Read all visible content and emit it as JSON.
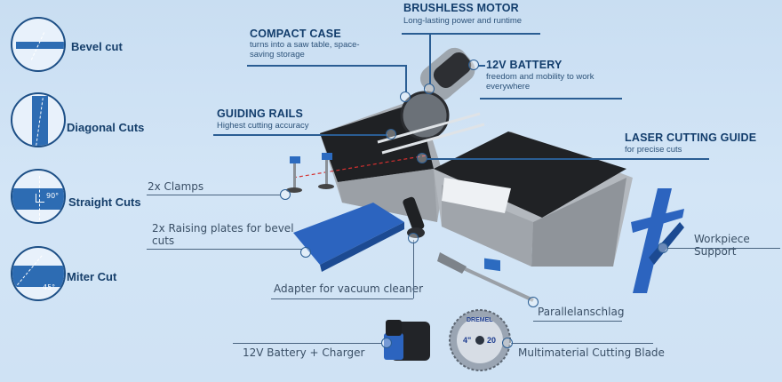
{
  "cut_types": [
    {
      "label": "Bevel cut",
      "icon": "bevel-cut-icon"
    },
    {
      "label": "Diagonal Cuts",
      "icon": "diagonal-cut-icon"
    },
    {
      "label": "Straight Cuts",
      "icon": "straight-cut-icon",
      "mark": "90°"
    },
    {
      "label": "Miter Cut",
      "icon": "miter-cut-icon",
      "mark": "45°"
    }
  ],
  "features": {
    "compact_case": {
      "title": "COMPACT CASE",
      "desc": "turns into a saw table, space-saving storage"
    },
    "brushless_motor": {
      "title": "BRUSHLESS MOTOR",
      "desc": "Long-lasting power and runtime"
    },
    "battery": {
      "title": "12V BATTERY",
      "desc": "freedom and mobility to work everywhere"
    },
    "guiding_rails": {
      "title": "GUIDING RAILS",
      "desc": "Highest cutting accuracy"
    },
    "laser_guide": {
      "title": "LASER CUTTING GUIDE",
      "desc": "for precise cuts"
    }
  },
  "accessories": {
    "clamps": "2x Clamps",
    "raising_plates": "2x Raising plates for bevel cuts",
    "vacuum_adapter": "Adapter for vacuum cleaner",
    "workpiece_support": "Workpiece Support",
    "parallel_stop": "Parallelanschlag",
    "battery_charger": "12V Battery + Charger",
    "cutting_blade": "Multimaterial Cutting Blade"
  },
  "blade_marks": {
    "brand": "DREMEL",
    "size": "4\"",
    "teeth": "20"
  },
  "colors": {
    "accent": "#2a5d93",
    "background": "#cfe2f4",
    "tool_blue": "#2c6bc0"
  }
}
